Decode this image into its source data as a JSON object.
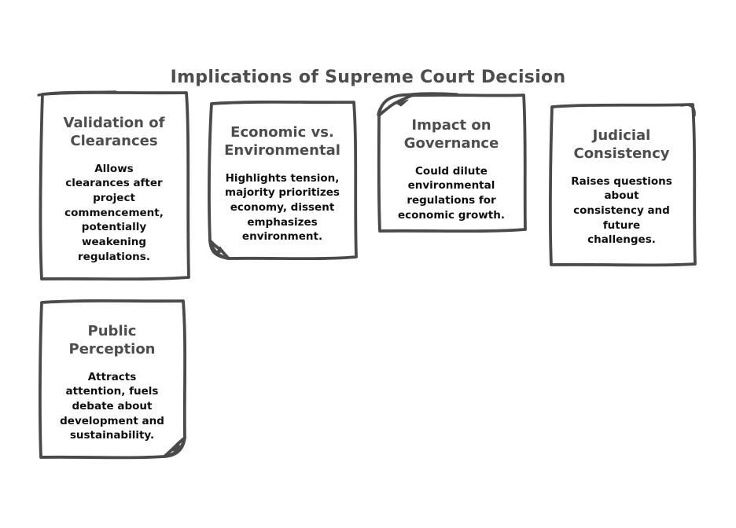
{
  "title": "Implications of Supreme Court Decision",
  "cards": [
    {
      "id": "validation-of-clearances",
      "heading": "Validation of\nClearances",
      "body": "Allows\nclearances after\nproject\ncommencement,\npotentially\nweakening\nregulations.",
      "fold": "none"
    },
    {
      "id": "economic-vs-environmental",
      "heading": "Economic vs.\nEnvironmental",
      "body": "Highlights tension,\nmajority prioritizes\neconomy, dissent\nemphasizes\nenvironment.",
      "fold": "bottom-left"
    },
    {
      "id": "impact-on-governance",
      "heading": "Impact on\nGovernance",
      "body": "Could dilute\nenvironmental\nregulations for\neconomic growth.",
      "fold": "top-left"
    },
    {
      "id": "judicial-consistency",
      "heading": "Judicial\nConsistency",
      "body": "Raises questions\nabout\nconsistency and\nfuture\nchallenges.",
      "fold": "none"
    },
    {
      "id": "public-perception",
      "heading": "Public\nPerception",
      "body": "Attracts\nattention, fuels\ndebate about\ndevelopment and\nsustainability.",
      "fold": "bottom-right"
    }
  ],
  "colors": {
    "stroke": "#4a4a4a",
    "heading_text": "#4d4d4d",
    "body_text": "#0f0f0f",
    "background": "#ffffff"
  }
}
